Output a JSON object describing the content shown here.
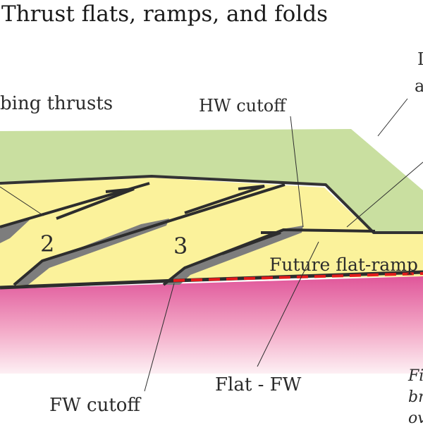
{
  "title": "Thrust flats, ramps, and folds",
  "labels": {
    "imbricate": "bing thrusts",
    "hw_cutoff": "HW cutoff",
    "future_flat_ramp": "Future flat-ramp",
    "flat_fw": "Flat - FW",
    "fw_cutoff": "FW cutoff",
    "sheet_2": "2",
    "sheet_3": "3",
    "edge_r1": "I",
    "edge_r2": "a",
    "edge_fr1": "Fi",
    "edge_fr2": "br",
    "edge_fr3": "ov"
  },
  "colors": {
    "upper_layer": "#c9dfa0",
    "thrust_sheet": "#fbf29b",
    "basement_top": "#e56aa0",
    "basement_bottom": "#fbe9ef",
    "thrust_line": "#2d2d2d",
    "ramp_grey": "#7a7a7a",
    "future_ramp": "#e31b1b"
  }
}
